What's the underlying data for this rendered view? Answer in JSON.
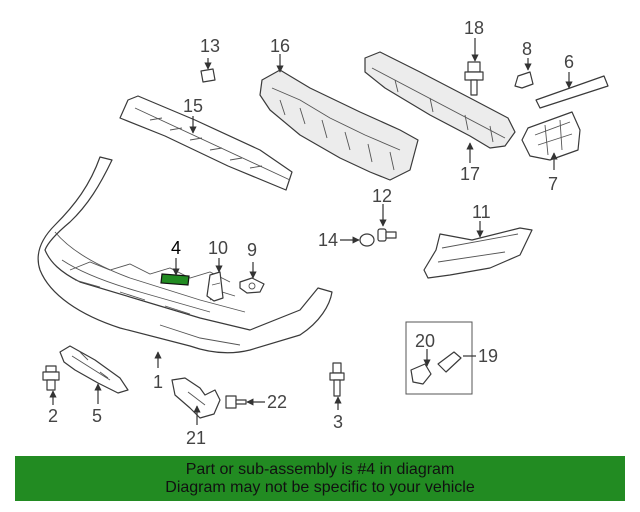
{
  "highlight_color": "#228b22",
  "banner_color": "#228b22",
  "callouts": {
    "c1": "1",
    "c2": "2",
    "c3": "3",
    "c4": "4",
    "c5": "5",
    "c6": "6",
    "c7": "7",
    "c8": "8",
    "c9": "9",
    "c10": "10",
    "c11": "11",
    "c12": "12",
    "c13": "13",
    "c14": "14",
    "c15": "15",
    "c16": "16",
    "c17": "17",
    "c18": "18",
    "c19": "19",
    "c20": "20",
    "c21": "21",
    "c22": "22"
  },
  "banner": {
    "line1": "Part or sub-assembly is #4 in diagram",
    "line2": "Diagram may not be specific to your vehicle"
  }
}
